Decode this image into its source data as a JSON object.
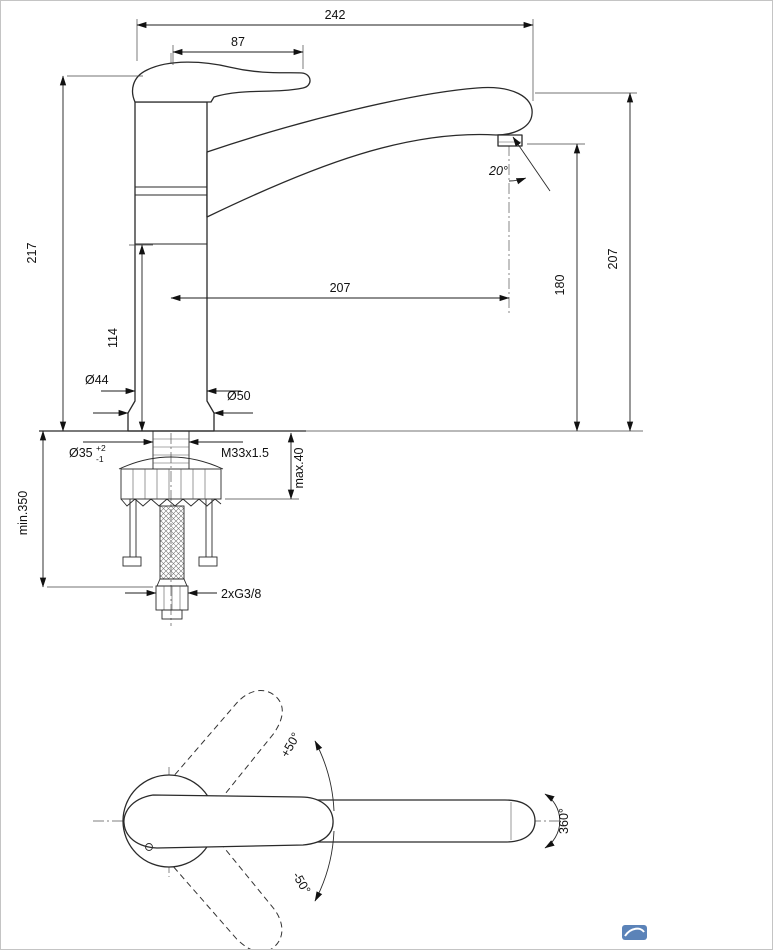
{
  "colors": {
    "background": "#ffffff",
    "drawing_line": "#222222",
    "page_border": "#c4c4c4",
    "logo_blue": "#5b83b8"
  },
  "side_view": {
    "total_width": "242",
    "handle_length": "87",
    "total_height": "217",
    "base_to_spout_height": "114",
    "body_diameter": "Ø44",
    "base_diameter": "Ø50",
    "hole_diameter": "Ø35",
    "hole_tolerance_plus": "+2",
    "hole_tolerance_minus": "-1",
    "thread_size": "M33x1.5",
    "deck_thickness_max": "max.40",
    "hose_length_min": "min.350",
    "hose_connection": "2xG3/8",
    "spout_reach": "207",
    "spout_outlet_height": "180",
    "spout_total_height": "207",
    "spout_angle": "20°"
  },
  "top_view": {
    "handle_swing_positive": "+50°",
    "handle_swing_negative": "-50°",
    "spout_rotation": "360°"
  }
}
